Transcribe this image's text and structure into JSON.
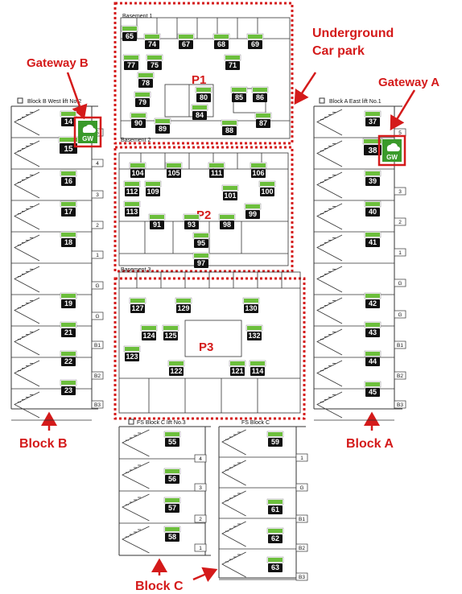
{
  "callouts": {
    "underground": [
      "Underground",
      "Car park"
    ],
    "gateway_b": "Gateway B",
    "gateway_a": "Gateway A",
    "block_b": "Block B",
    "block_a": "Block A",
    "block_c": "Block C"
  },
  "sections": {
    "basement1": "Basement 1",
    "basement2": "Basement 2",
    "basement3": "Basement 3",
    "p1": "P1",
    "p2": "P2",
    "p3": "P3"
  },
  "block_b": {
    "title": "Block B West lift No.2",
    "nodes": [
      "14",
      "15",
      "16",
      "17",
      "18",
      "19",
      "21",
      "22",
      "23"
    ],
    "floors": [
      "5",
      "4",
      "3",
      "2",
      "1",
      "G",
      "G",
      "B1",
      "B2",
      "B3"
    ]
  },
  "block_a": {
    "title": "Block A East lift No.1",
    "nodes": [
      "37",
      "38",
      "39",
      "40",
      "41",
      "42",
      "43",
      "44",
      "45"
    ],
    "floors": [
      "5",
      "3",
      "2",
      "1",
      "G",
      "G",
      "B1",
      "B2",
      "B3"
    ]
  },
  "block_c_left": {
    "title": "FS Block C lift No.3",
    "nodes": [
      "55",
      "56",
      "57",
      "58"
    ],
    "floors": [
      "4",
      "3",
      "2",
      "1"
    ]
  },
  "block_c_right": {
    "title": "FS Block C",
    "nodes": [
      "59",
      "61",
      "62",
      "63"
    ],
    "floors": [
      "1",
      "G",
      "B1",
      "B2",
      "B3"
    ]
  },
  "p1_nodes": [
    "65",
    "74",
    "67",
    "68",
    "69",
    "77",
    "75",
    "71",
    "78",
    "80",
    "85",
    "86",
    "79",
    "84",
    "90",
    "89",
    "88",
    "87"
  ],
  "p2_nodes": [
    "104",
    "105",
    "111",
    "106",
    "112",
    "109",
    "101",
    "100",
    "113",
    "91",
    "93",
    "98",
    "99",
    "95",
    "97"
  ],
  "p3_nodes": [
    "127",
    "129",
    "130",
    "124",
    "125",
    "132",
    "123",
    "122",
    "121",
    "114"
  ],
  "gateway_label": "GW",
  "colors": {
    "callout_red": "#d41a1a",
    "node_green": "#6cbf3c",
    "node_black": "#111111",
    "gateway_fill": "#3a9a2a"
  }
}
